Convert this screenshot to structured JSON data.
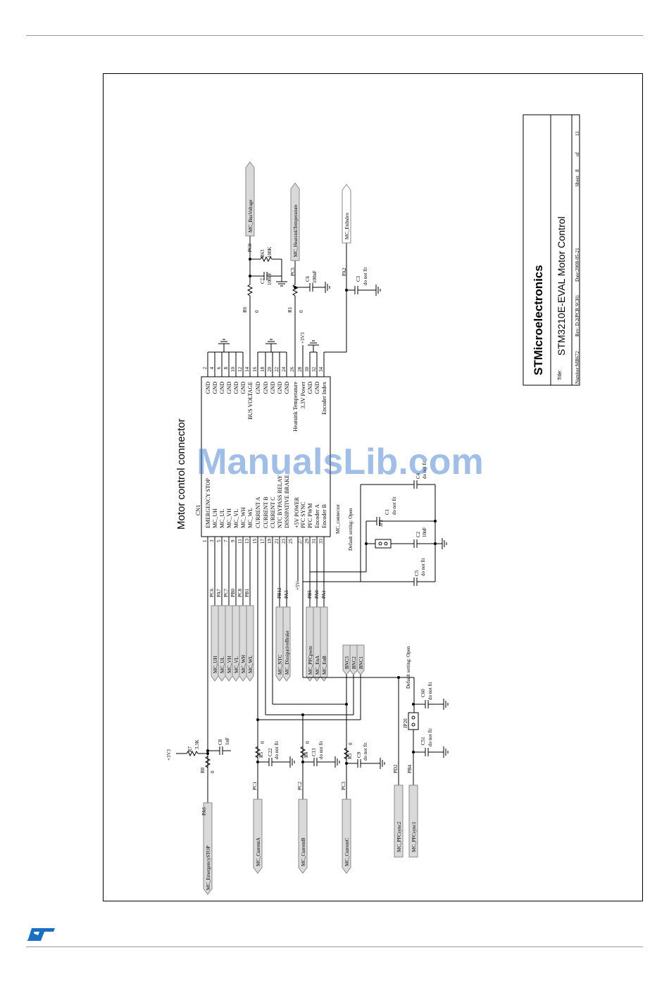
{
  "page": {
    "watermark": "ManualsLib.com"
  },
  "title_block": {
    "company": "STMicroelectronics",
    "title_label": "Title:",
    "title": "STM3210E-EVAL Motor Control",
    "number": "Number:MB672",
    "rev": "Rev: D.2(PCB.SCH)",
    "date": "Date:2008-05-21",
    "sheet": "Sheet",
    "sheet_no": "8",
    "of": "of",
    "total": "11"
  },
  "schematic": {
    "section_title": "Motor control connector",
    "connector": {
      "ref": "CN1",
      "part": "MC_connector",
      "left_pins": [
        {
          "num": "1",
          "name": "EMERGENCY STOP"
        },
        {
          "num": "3",
          "name": "MC_UH"
        },
        {
          "num": "5",
          "name": "MC_UL"
        },
        {
          "num": "7",
          "name": "MC_VH"
        },
        {
          "num": "9",
          "name": "MC_VL"
        },
        {
          "num": "11",
          "name": "MC_WH"
        },
        {
          "num": "13",
          "name": "MC_WL"
        },
        {
          "num": "15",
          "name": "CURRENT A"
        },
        {
          "num": "17",
          "name": "CURRENT B"
        },
        {
          "num": "19",
          "name": "CURRENT C"
        },
        {
          "num": "21",
          "name": "NTC BYPASS RELAY"
        },
        {
          "num": "23",
          "name": "DISSIPATIVE BRAKE"
        },
        {
          "num": "25",
          "name": "+5V POWER"
        },
        {
          "num": "27",
          "name": "PFC SYNC"
        },
        {
          "num": "29",
          "name": "PFC PWM"
        },
        {
          "num": "31",
          "name": "Encoder A"
        },
        {
          "num": "33",
          "name": "Encoder B"
        }
      ],
      "right_pins": [
        {
          "num": "2",
          "name": "GND"
        },
        {
          "num": "4",
          "name": "GND"
        },
        {
          "num": "6",
          "name": "GND"
        },
        {
          "num": "8",
          "name": "GND"
        },
        {
          "num": "10",
          "name": "GND"
        },
        {
          "num": "12",
          "name": "GND"
        },
        {
          "num": "14",
          "name": "BUS VOLTAGE"
        },
        {
          "num": "16",
          "name": "GND"
        },
        {
          "num": "18",
          "name": "GND"
        },
        {
          "num": "20",
          "name": "GND"
        },
        {
          "num": "22",
          "name": "GND"
        },
        {
          "num": "24",
          "name": "GND"
        },
        {
          "num": "26",
          "name": "Heatsink Temperature"
        },
        {
          "num": "28",
          "name": "3.3V Power"
        },
        {
          "num": "30",
          "name": "GND"
        },
        {
          "num": "32",
          "name": "GND"
        },
        {
          "num": "34",
          "name": "Encoder Index"
        }
      ]
    },
    "pwm_nets": [
      {
        "port": "PC6",
        "net": "MC_UH"
      },
      {
        "port": "PA7",
        "net": "MC_UL"
      },
      {
        "port": "PC7",
        "net": "MC_VH"
      },
      {
        "port": "PB0",
        "net": "MC_VL"
      },
      {
        "port": "PC8",
        "net": "MC_WH"
      },
      {
        "port": "PB1",
        "net": "MC_WL"
      }
    ],
    "brake_nets": [
      {
        "port": "PB12",
        "net": "MC_NTC"
      },
      {
        "port": "PA3",
        "net": "MC_DissipativeBrake"
      }
    ],
    "pfc_nets": [
      {
        "port": "PB5",
        "net": "MC_PFCpwm"
      },
      {
        "port": "PA0",
        "net": "MC_EnA"
      },
      {
        "port": "PA1",
        "net": "MC_EnB"
      }
    ],
    "bnc": [
      "BNC3",
      "BNC2",
      "BNC1"
    ],
    "plus5v": "+5V",
    "plus3v3": "+3V3",
    "top_nets": [
      {
        "port": "PC0",
        "net": "MC_BusVoltage"
      },
      {
        "port": "PC5",
        "net": "MC_HeatsinkTemperature"
      },
      {
        "port": "PA2",
        "net": "MC_EnIndex"
      }
    ],
    "top_parts": {
      "r63": "R63",
      "r63_val": "100K",
      "c7": "C7",
      "c7_val": "100nF",
      "c6": "C6",
      "c6_val": "100nF",
      "c3": "C3",
      "c3_val": "do not fit",
      "r6": "R6",
      "r6_val": "0",
      "r1": "R1",
      "r1_val": "0"
    },
    "mid_parts": {
      "jp2": "JP2",
      "default1": "Default setting: Open",
      "c1": "C1",
      "c1_val": "do not fit",
      "c2": "C2",
      "c2_val": "10nF",
      "c4": "C4",
      "c4_val": "do not fit",
      "c5": "C5",
      "c5_val": "do not fit"
    },
    "bottom_nets": [
      {
        "port": "PA6",
        "net": "MC_EmergencySTOP"
      },
      {
        "port": "PC1",
        "net": "MC_CurrentA"
      },
      {
        "port": "PC2",
        "net": "MC_CurrentB"
      },
      {
        "port": "PC3",
        "net": "MC_CurrentC"
      },
      {
        "port": "PD2",
        "net": "MC_PFCsync2"
      },
      {
        "port": "PB4",
        "net": "MC_PFCsync1"
      }
    ],
    "bottom_parts": {
      "r7": "R7",
      "r7_val": "3.3K",
      "r8": "R8",
      "r8_val": "0",
      "c8": "C8",
      "c8_val": "1nF",
      "r5": "R5",
      "r5_val": "0",
      "c22": "C22",
      "c22_val": "do not fit",
      "r4": "R4",
      "r4_val": "0",
      "c13": "C13",
      "c13_val": "do not fit",
      "r3": "R3",
      "r3_val": "0",
      "c9": "C9",
      "c9_val": "do not fit",
      "jp20": "JP20",
      "default2": "Default setting: Open",
      "c60": "C60",
      "c60_val": "do not fit",
      "c51": "C51",
      "c51_val": "do not fit"
    }
  }
}
